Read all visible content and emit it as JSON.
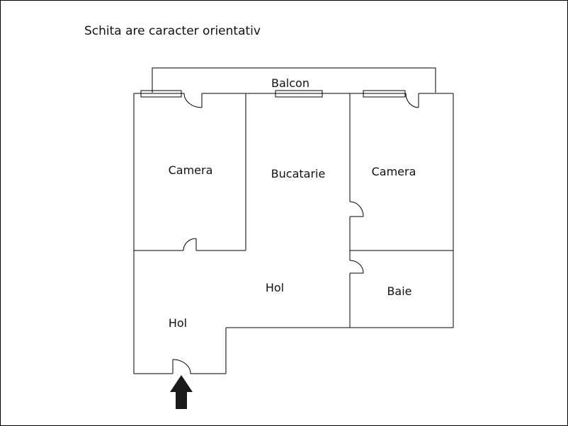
{
  "caption": "Schita are caracter orientativ",
  "rooms": {
    "balcon": "Balcon",
    "camera_left": "Camera",
    "bucatarie": "Bucatarie",
    "camera_right": "Camera",
    "hol_center": "Hol",
    "baie": "Baie",
    "hol_left": "Hol"
  },
  "colors": {
    "line": "#000000",
    "background": "#ffffff",
    "arrow": "#1a1a1a"
  },
  "icons": {
    "entrance": "entrance-arrow-icon"
  }
}
